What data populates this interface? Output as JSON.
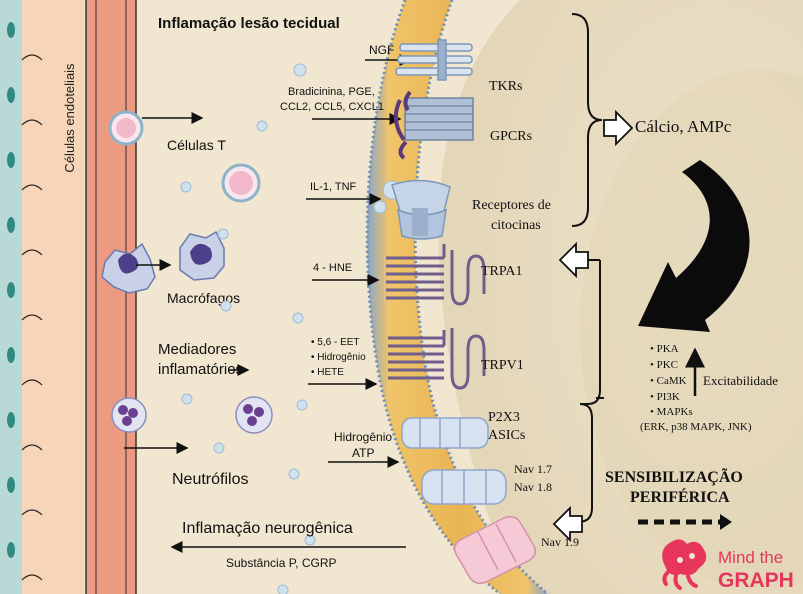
{
  "title": "Inflamação lesão tecidual",
  "endothelial_label": "Células endoteliais",
  "cells": {
    "t_cells": "Células T",
    "macrophages": "Macrófagos",
    "mediators_line1": "Mediadores",
    "mediators_line2": "inflamatórios",
    "neutrophils": "Neutrófilos"
  },
  "ligands": {
    "ngf": "NGF",
    "bradykinin_line1": "Bradicinina, PGE,",
    "bradykinin_line2": "CCL2, CCL5, CXCL1",
    "il1_tnf": "IL-1, TNF",
    "hne": "4 - HNE",
    "eet": "• 5,6 - EET",
    "hydrogen": "• Hidrogênio",
    "hete": "• HETE",
    "hydrogen2": "Hidrogênio",
    "atp": "ATP"
  },
  "receptors": {
    "tkrs": "TKRs",
    "gpcrs": "GPCRs",
    "cytokine_line1": "Receptores de",
    "cytokine_line2": "citocinas",
    "trpa1": "TRPA1",
    "trpv1": "TRPV1",
    "p2x3": "P2X3",
    "asics": "ASICs",
    "nav17": "Nav 1.7",
    "nav18": "Nav 1.8",
    "nav19": "Nav 1.9"
  },
  "second_messengers": "Cálcio, AMPc",
  "kinases": [
    "• PKA",
    "• PKC",
    "• CaMK",
    "• PI3K",
    "• MAPKs"
  ],
  "kinases_sub": "(ERK, p38 MAPK, JNK)",
  "excitability": "Excitabilidade",
  "sensitization_line1": "SENSIBILIZAÇÃO",
  "sensitization_line2": "PERIFÉRICA",
  "neurogenic": "Inflamação neurogênica",
  "neuro_mediators": "Substância P, CGRP",
  "logo_line1": "Mind the",
  "logo_line2": "GRAPH",
  "colors": {
    "background": "#f1e6cf",
    "neuron": "#e8dcc2",
    "vessel": "#ec9a82",
    "endothelium": "#b9d9d6",
    "membrane": "#e7b95c",
    "logo": "#e8355c"
  }
}
